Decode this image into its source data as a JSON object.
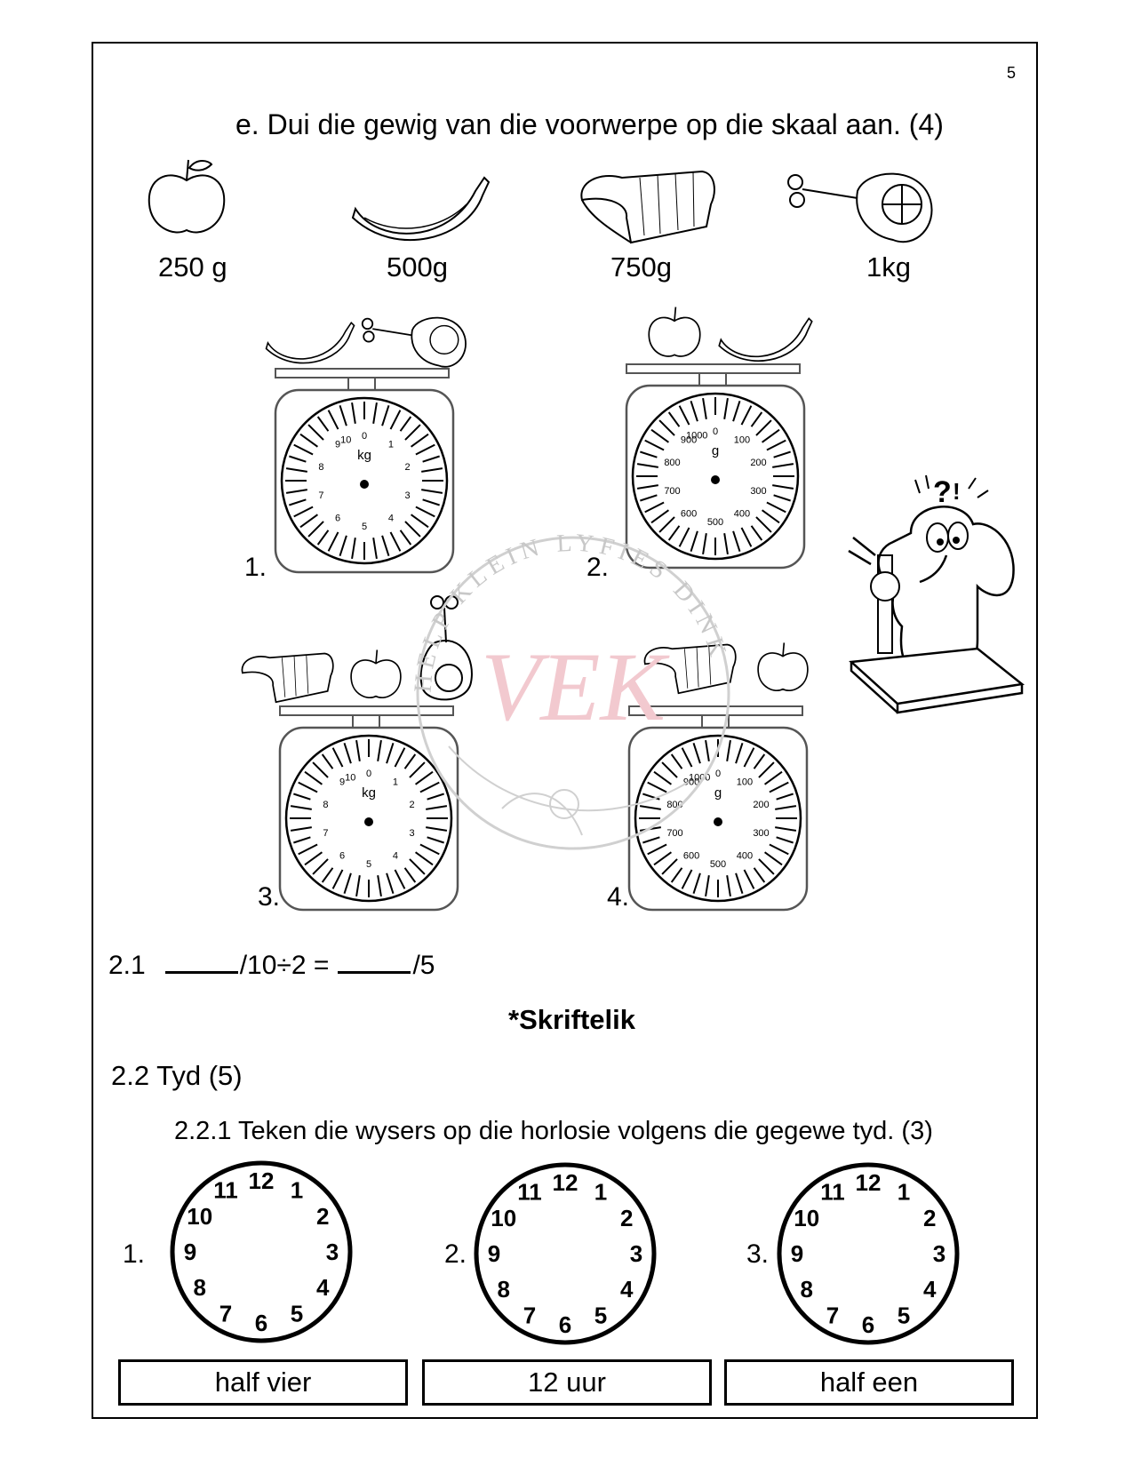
{
  "page_number": "5",
  "question": {
    "title": "e. Dui die gewig van die voorwerpe op die skaal aan. (4)",
    "items": [
      {
        "icon": "apple-icon",
        "weight": "250 g"
      },
      {
        "icon": "banana-icon",
        "weight": "500g"
      },
      {
        "icon": "bread-icon",
        "weight": "750g"
      },
      {
        "icon": "meat-icon",
        "weight": "1kg"
      }
    ]
  },
  "scales": [
    {
      "number": "1.",
      "unit": "kg",
      "labels": [
        "0",
        "1",
        "2",
        "3",
        "4",
        "5",
        "6",
        "7",
        "8",
        "9",
        "10"
      ]
    },
    {
      "number": "2.",
      "unit": "g",
      "labels": [
        "0",
        "100",
        "200",
        "300",
        "400",
        "500",
        "600",
        "700",
        "800",
        "900",
        "1000"
      ]
    },
    {
      "number": "3.",
      "unit": "kg",
      "labels": [
        "0",
        "1",
        "2",
        "3",
        "4",
        "5",
        "6",
        "7",
        "8",
        "9",
        "10"
      ]
    },
    {
      "number": "4.",
      "unit": "g",
      "labels": [
        "0",
        "100",
        "200",
        "300",
        "400",
        "500",
        "600",
        "700",
        "800",
        "900",
        "1000"
      ]
    }
  ],
  "score": {
    "prefix": "2.1",
    "mid": "/10÷2 =",
    "suffix": "/5"
  },
  "skriftelik": "*Skriftelik",
  "section": "2.2 Tyd (5)",
  "subsection": "2.2.1 Teken die wysers op die horlosie volgens die gegewe tyd. (3)",
  "clocks": [
    {
      "number": "1.",
      "time": "half vier"
    },
    {
      "number": "2.",
      "time": "12 uur"
    },
    {
      "number": "3.",
      "time": "half een"
    }
  ],
  "clock_numbers": [
    "12",
    "1",
    "2",
    "3",
    "4",
    "5",
    "6",
    "7",
    "8",
    "9",
    "10",
    "11"
  ],
  "watermark": {
    "ring_text": "HELP KLEIN LYFIES DINK",
    "monogram": "VEK"
  }
}
